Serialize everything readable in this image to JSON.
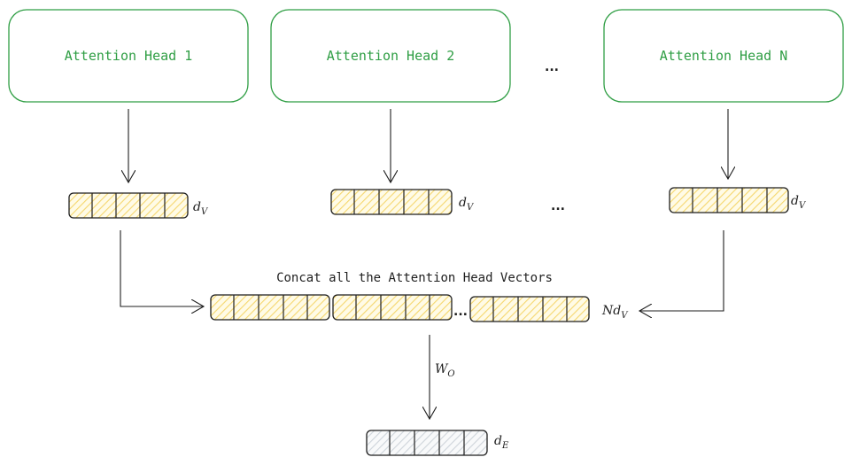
{
  "heads": [
    {
      "label": "Attention Head 1"
    },
    {
      "label": "Attention Head 2"
    },
    {
      "label": "Attention Head N"
    }
  ],
  "ellipsis": "...",
  "head_output_label": {
    "base": "d",
    "sub": "V"
  },
  "concat_caption": "Concat all the Attention Head Vectors",
  "concat_label": {
    "prefix": "N",
    "base": "d",
    "sub": "V"
  },
  "projection_label": {
    "base": "W",
    "sub": "O"
  },
  "output_label": {
    "base": "d",
    "sub": "E"
  },
  "colors": {
    "head_border": "#2f9e44",
    "head_text": "#2f9e44",
    "vector_fill": "#ffec99",
    "output_fill": "#dee2e6",
    "stroke": "#1e1e1e"
  }
}
